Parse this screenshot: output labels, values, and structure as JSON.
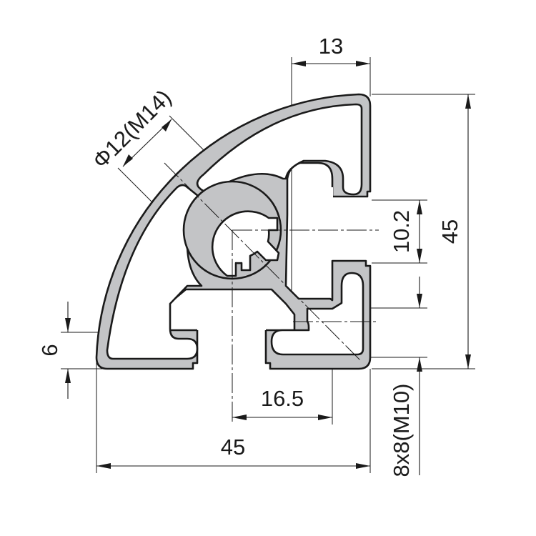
{
  "drawing": {
    "title": "",
    "subject": "Aluminium extrusion profile cross-section, quarter-round 45x45",
    "colors": {
      "profile_fill": "#c3c4c6",
      "line": "#1a1a1a",
      "background": "#ffffff"
    },
    "dimensions": {
      "top_width": {
        "label": "13"
      },
      "right_height": {
        "label": "45"
      },
      "slot_opening": {
        "label": "10.2"
      },
      "left_slot": {
        "label": "6"
      },
      "center_offset": {
        "label": "16.5"
      },
      "bottom_width": {
        "label": "45"
      },
      "corner_hole": {
        "label": "8x8(M10)"
      },
      "center_hole": {
        "label": "Φ12(M14)"
      }
    }
  }
}
